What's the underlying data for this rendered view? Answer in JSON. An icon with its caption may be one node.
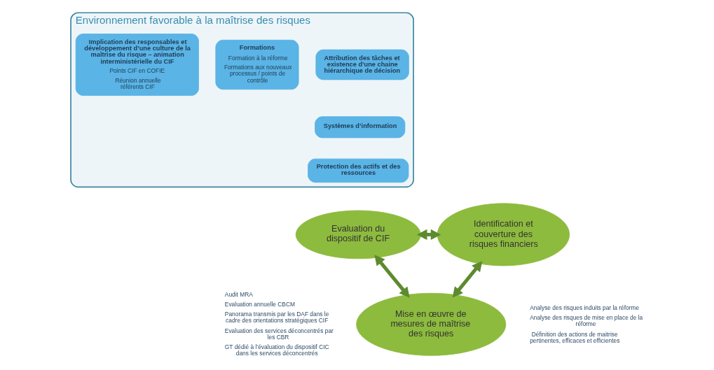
{
  "diagram": {
    "nodes": [
      {
        "text": [
          "Environnement favorable à la maîtrise des risques"
        ]
      },
      {
        "text": [
          "Implication des responsables et développement d’une culture de la maîtrise du risque – animation interministérielle du CIF",
          "Points CIF en COFIE",
          "Réunion annuelle référents CIF"
        ],
        "in": 0
      },
      {
        "text": [
          "Formations",
          "Formation à la réforme",
          "Formations aux nouveaux processus / points de contrôle"
        ],
        "in": 0
      },
      {
        "text": [
          "Attribution des tâches et existence d’une chaine hiérarchique de décision"
        ],
        "in": 0
      },
      {
        "text": [
          "Systèmes d’information"
        ],
        "in": 0
      },
      {
        "text": [
          "Protection des actifs et des ressources"
        ],
        "in": 0
      },
      {
        "text": [
          "Evaluation du dispositif de CIF"
        ],
        "beside": [
          "Audit MRA",
          "Evaluation annuelle CBCM",
          "Panorama transmis par les DAF dans le cadre des orientations stratégiques CIF",
          "Evaluation des services déconcentrés par les CBR",
          "GT dédié à l’évaluation du dispositif CIC dans les services déconcentrés"
        ]
      },
      {
        "text": [
          "Identification et couverture des risques financiers"
        ],
        "beside": [
          "Analyse des risques induits par la réforme",
          "Analyse des risques de mise en place de la réforme",
          "Définition des actions de maitrise pertinentes, efficaces et efficientes"
        ]
      },
      {
        "text": [
          "Mise en œuvre de mesures de maîtrise des risques"
        ]
      }
    ],
    "edges": [
      {
        "from": 6,
        "to": 7,
        "arrow": "both"
      },
      {
        "from": 6,
        "to": 8,
        "arrow": "both"
      },
      {
        "from": 7,
        "to": 8,
        "arrow": "both"
      }
    ]
  }
}
